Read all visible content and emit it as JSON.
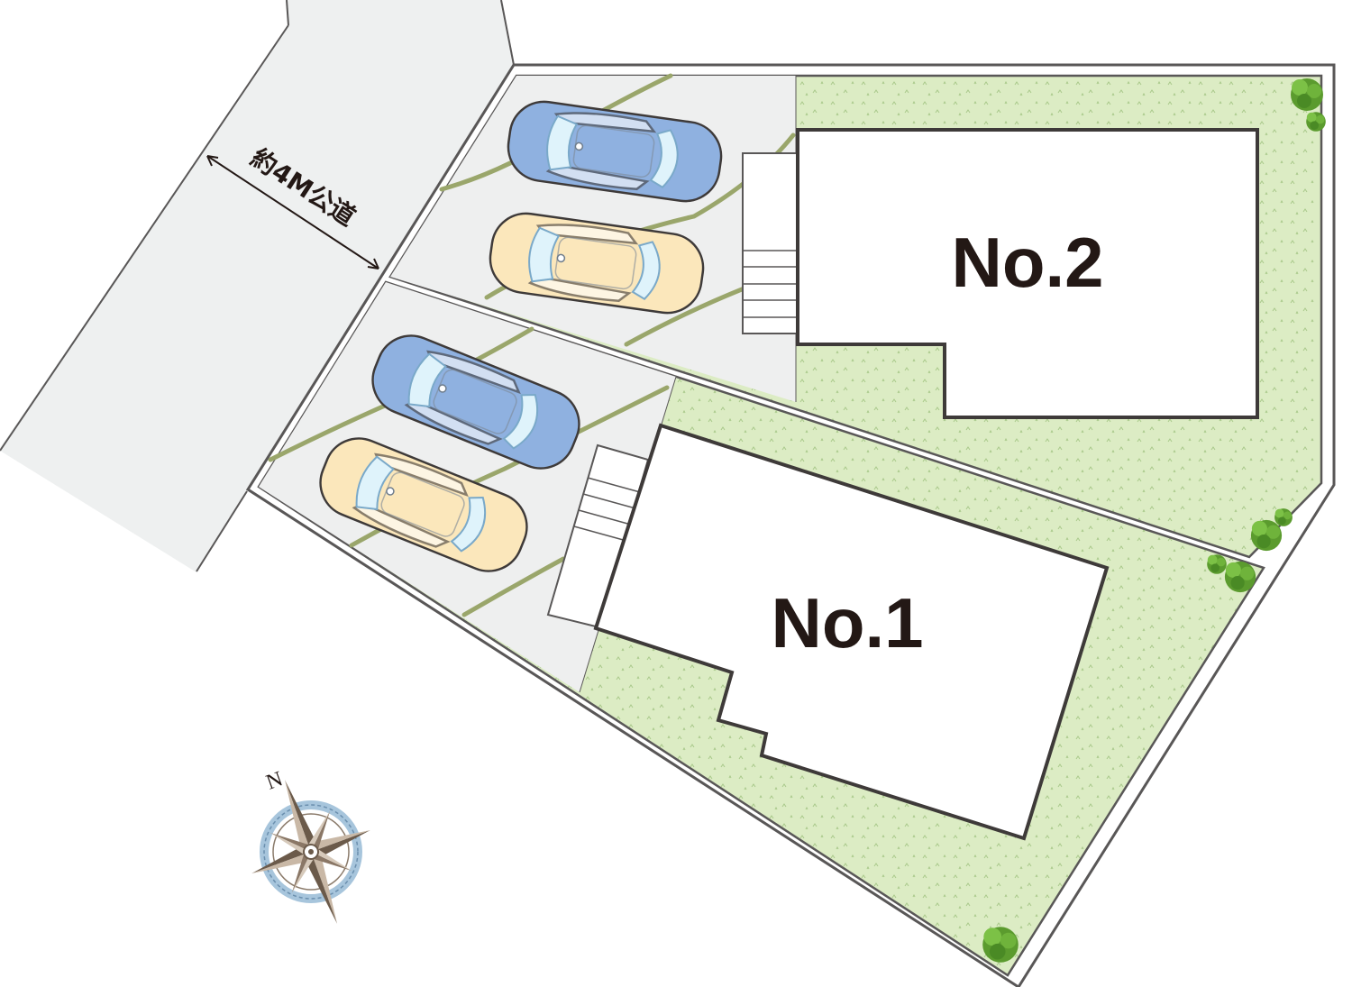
{
  "road": {
    "label": "約4M公道"
  },
  "lots": [
    {
      "id": "no2",
      "label": "No.2"
    },
    {
      "id": "no1",
      "label": "No.1"
    }
  ],
  "parking": {
    "cars": [
      {
        "lot": "no2",
        "color": "blue"
      },
      {
        "lot": "no2",
        "color": "cream"
      },
      {
        "lot": "no1",
        "color": "blue"
      },
      {
        "lot": "no1",
        "color": "cream"
      }
    ]
  },
  "compass": {
    "north_label": "N"
  },
  "colors": {
    "road": "#eef0f0",
    "parking": "#eeefef",
    "lawn": "#dcecc4",
    "outline": "#595757",
    "building_outline": "#3e3a39",
    "car_blue": "#8fb1e0",
    "car_cream": "#fbe7bb",
    "tree": "#5b9b2e"
  },
  "icons": [
    "tree-icon",
    "compass-rose-icon",
    "dimension-arrow-icon",
    "stairs-icon"
  ]
}
